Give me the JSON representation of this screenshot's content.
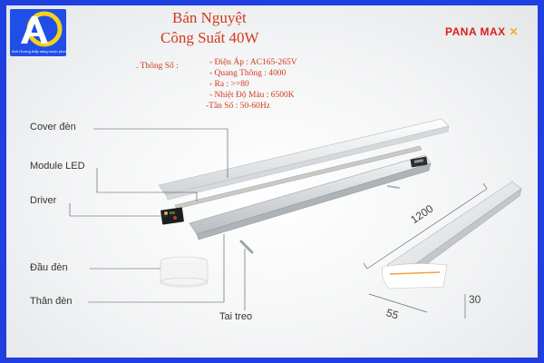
{
  "logo": {
    "tagline": "Ánh Dương thắp sáng muôn phương"
  },
  "brand": {
    "name": "PANA MAX"
  },
  "title": {
    "line1": "Bán Nguyệt",
    "line2": "Công Suất 40W"
  },
  "specs": {
    "label": ". Thông Số :",
    "items": [
      "- Điện Áp : AC165-265V",
      "- Quang Thông : 4000",
      "- Ra : >=80",
      "- Nhiệt Độ Màu : 6500K",
      "-Tần Số : 50-60Hz"
    ]
  },
  "parts": {
    "cover": "Cover đèn",
    "module": "Module LED",
    "driver": "Driver",
    "cap": "Đầu đèn",
    "body": "Thân đèn",
    "hanger": "Tai treo"
  },
  "dimensions": {
    "length": "1200",
    "width": "55",
    "height": "30"
  },
  "colors": {
    "frame": "#1f3fe0",
    "title": "#d23a1c",
    "brand": "#e01c1c"
  }
}
